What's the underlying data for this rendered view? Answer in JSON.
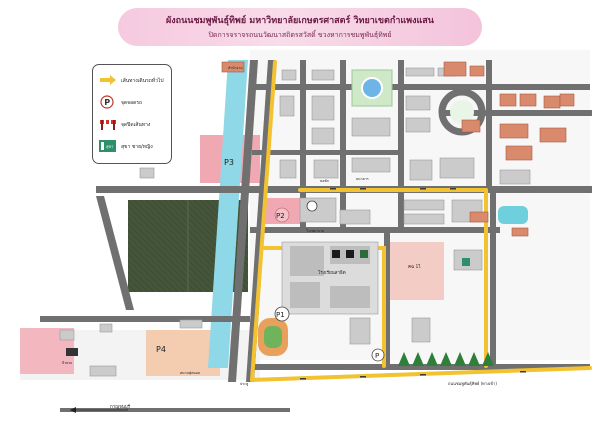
{
  "header": {
    "title": "ผังถนนชมพูพันธุ์ทิพย์ มหาวิทยาลัยเกษตรศาสตร์ วิทยาเขตกำแพงแสน",
    "subtitle": "ปิดการจราจรถนนวัฒนาสถิตรสวัสดิ์ ขวงหาการชมพูพันธุ์ทิพย์"
  },
  "legend": {
    "items": [
      {
        "label": "เส้นทางเดินรถทั่วไป",
        "icon": "yellow-arrow-icon"
      },
      {
        "label": "จุดจอดรถ",
        "icon": "parking-icon"
      },
      {
        "label": "จุดปิดเส้นทาง",
        "icon": "barrier-icon"
      },
      {
        "label": "สุขา ชาย/หญิง",
        "icon": "restroom-icon"
      }
    ],
    "restroom_sign": "สุขา"
  },
  "parking": {
    "p1": "P1",
    "p2": "P2",
    "p3": "P3",
    "p4": "P4",
    "p_generic": "P"
  },
  "places": {
    "school": "โรงเรียนสาธิต",
    "field": "สนามฟุตบอล",
    "lot_label": "คฉ 1ไ",
    "bottom_right": "ถนนชมพูพันธุ์ทิพย์ (ทางเข้า)",
    "office": "สำนักงาน",
    "dorm": "หอพัก",
    "bank": "ธนาคาร",
    "hospital": "โรงพยาบาล",
    "road_south": "กาญจนบุรี",
    "gate": "ประตู",
    "bus": "ป้ายรถ"
  },
  "colors": {
    "road": "#6f6f6f",
    "route": "#f2c230",
    "water": "#8fd8e8",
    "field_green": "#4a5a3a",
    "parking_pink": "#f0a8b3",
    "lawn": "#d9eed4",
    "building": "#c9c9c9",
    "roof": "#d98a6c",
    "banner": "#f6c9df"
  }
}
